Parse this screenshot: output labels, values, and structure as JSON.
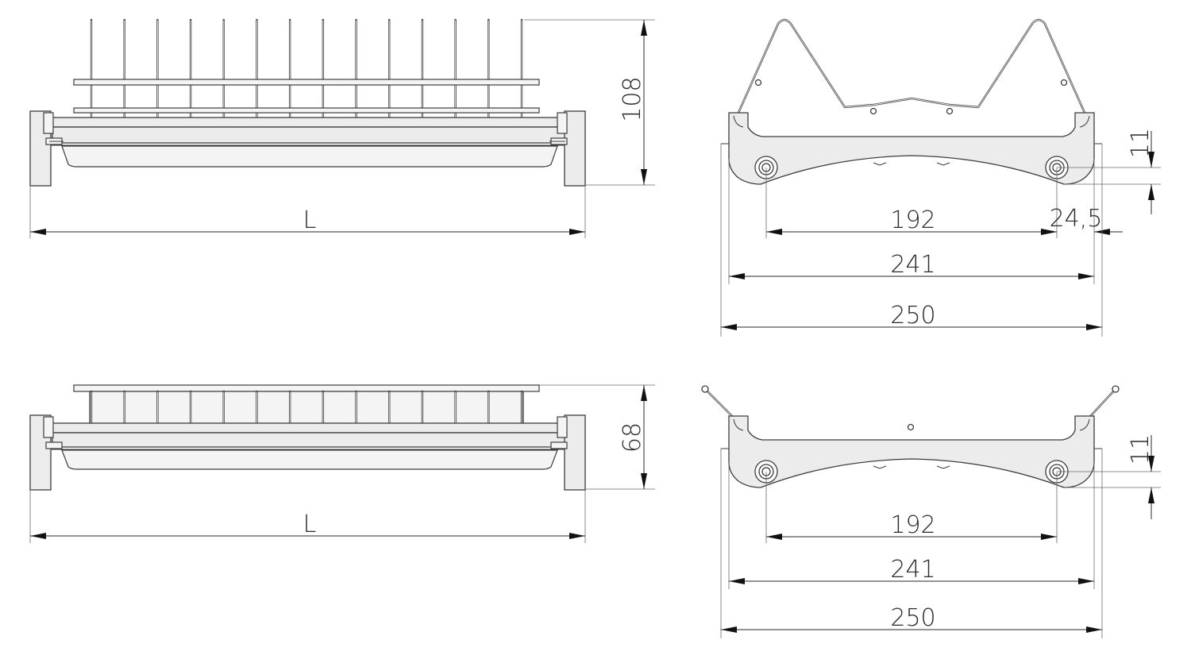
{
  "drawing": {
    "views": [
      {
        "id": "front-tall",
        "wire_count": 14,
        "dims": {
          "length": "L",
          "height": "108"
        }
      },
      {
        "id": "side-tall",
        "dims": {
          "hole_offset": "11",
          "hole_spacing": "192",
          "edge": "24,5",
          "inner_width": "241",
          "outer_width": "250"
        }
      },
      {
        "id": "front-low",
        "wire_count": 14,
        "dims": {
          "length": "L",
          "height": "68"
        }
      },
      {
        "id": "side-low",
        "dims": {
          "hole_offset": "11",
          "hole_spacing": "192",
          "inner_width": "241",
          "outer_width": "250"
        }
      }
    ]
  }
}
